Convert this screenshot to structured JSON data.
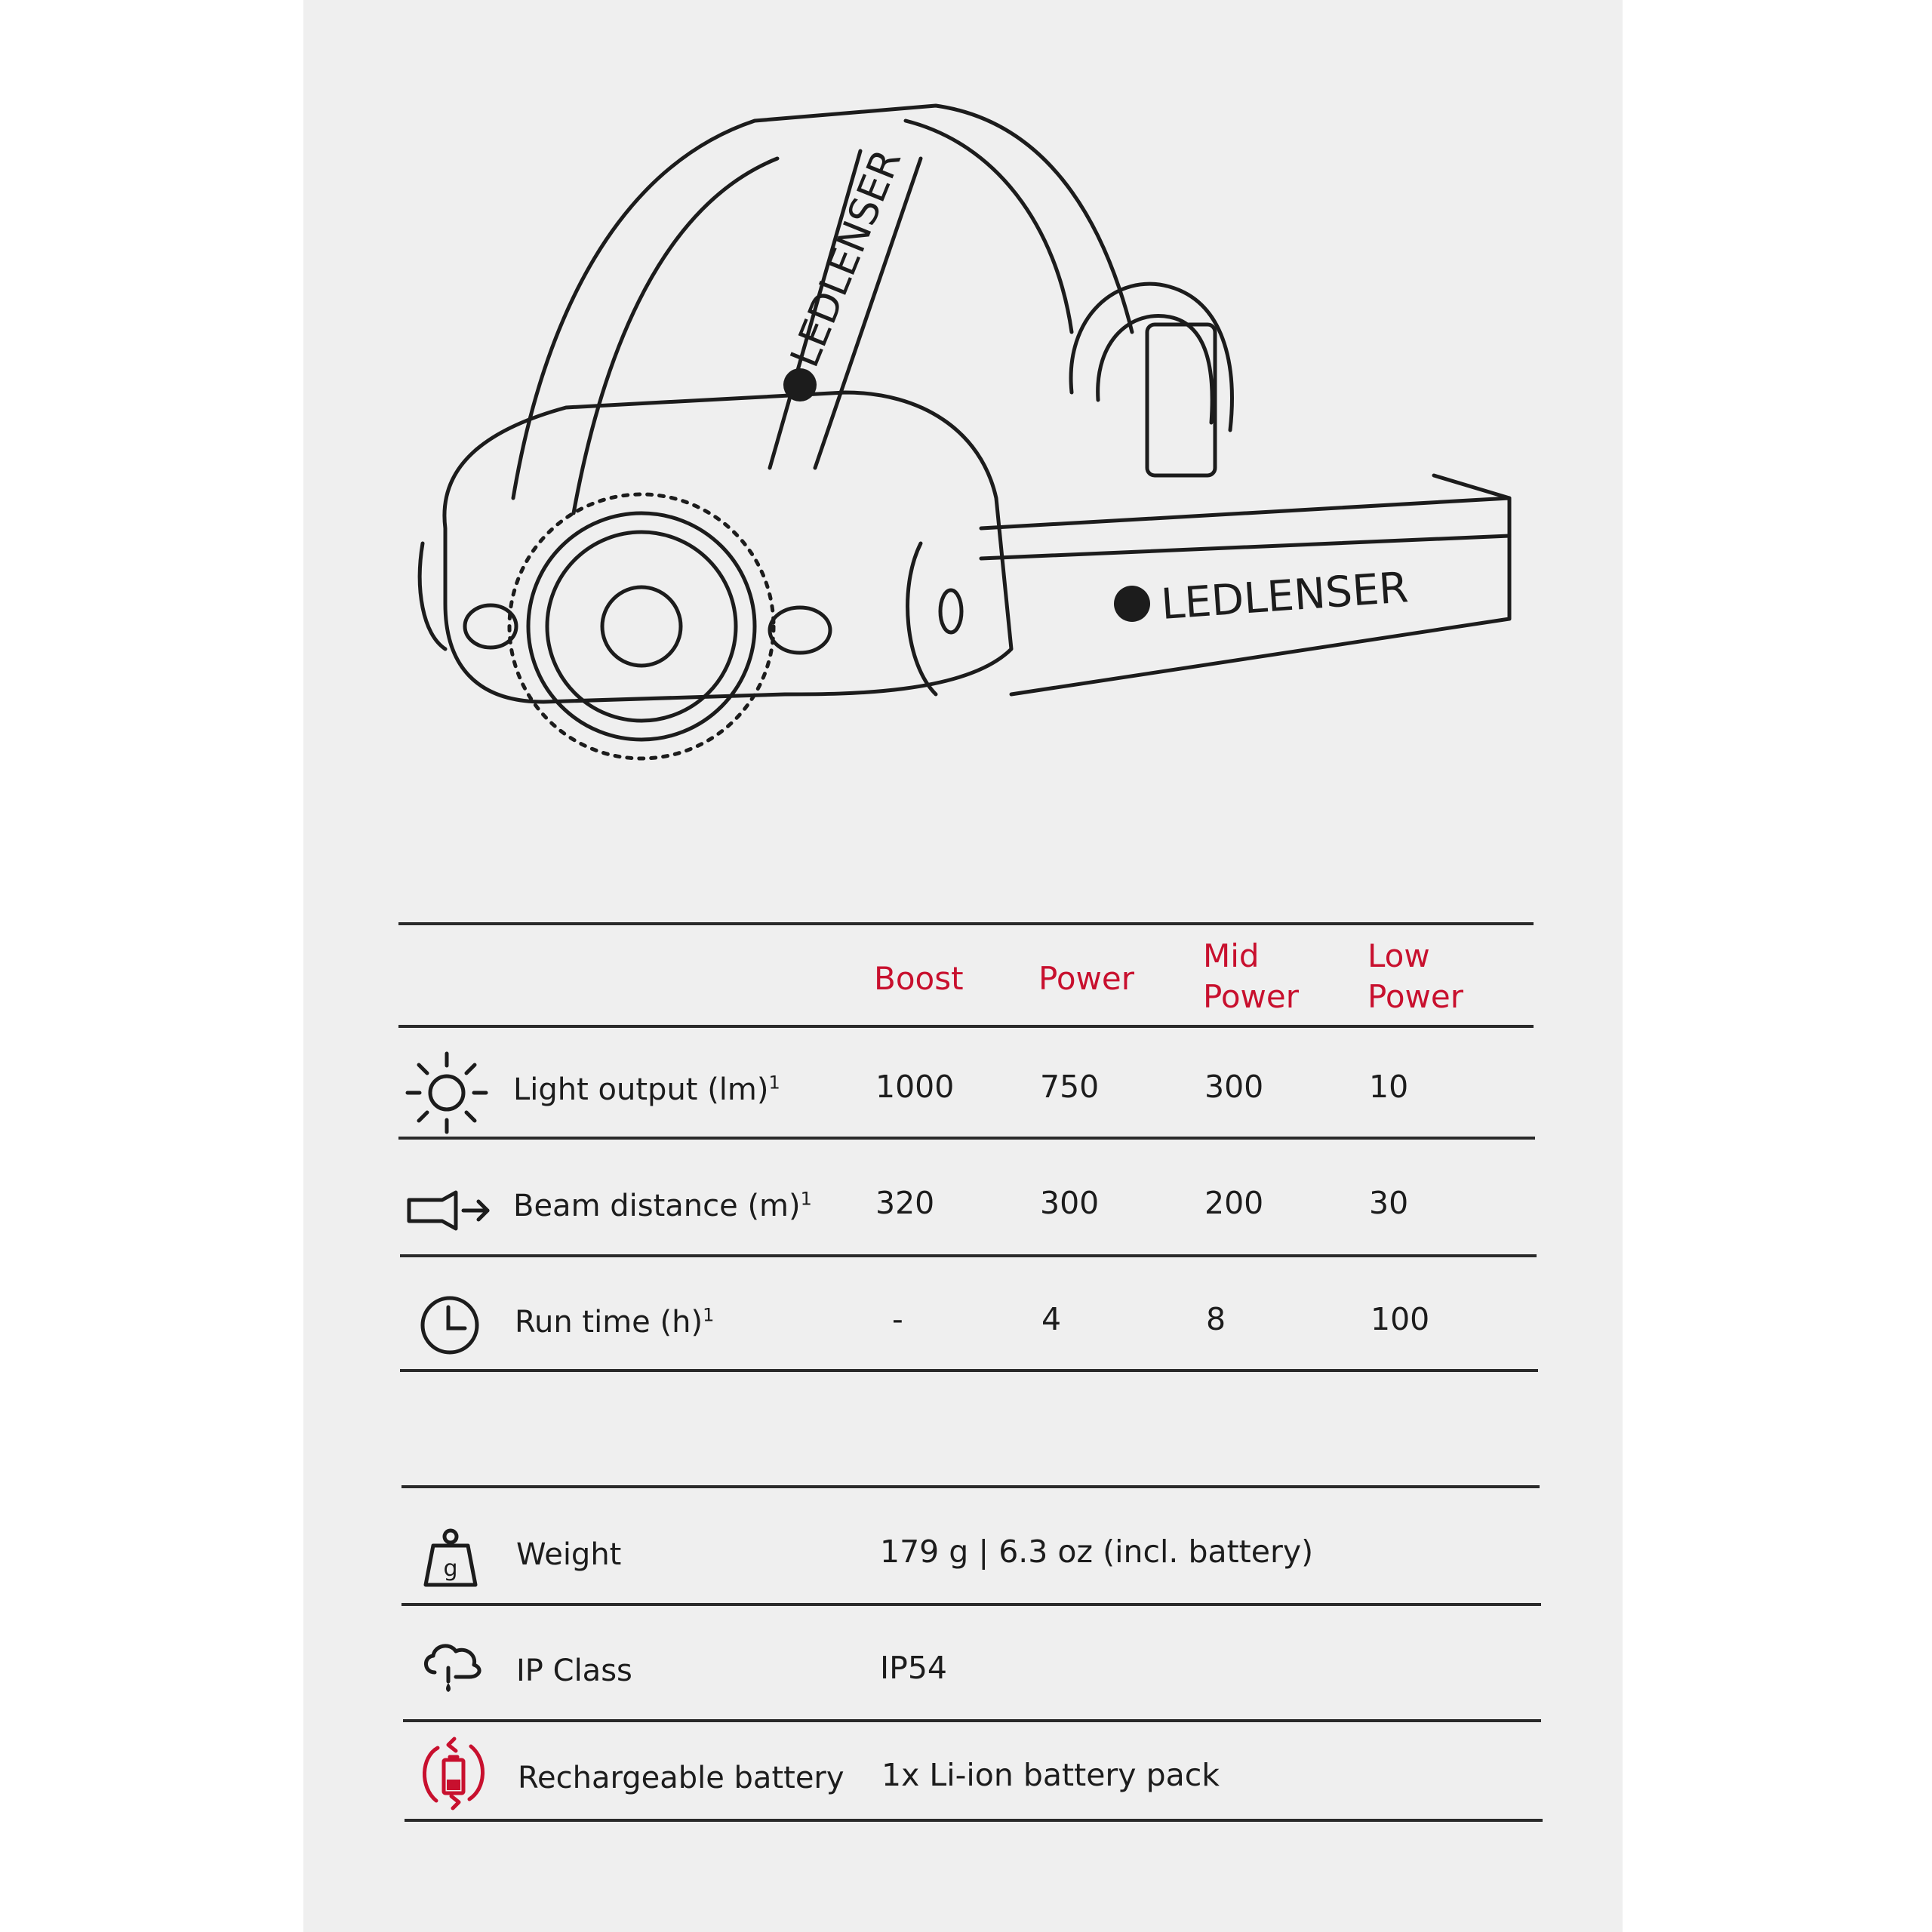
{
  "brand": {
    "name": "LEDLENSER",
    "accent_color": "#c8102e"
  },
  "modes_table": {
    "headers": [
      "Boost",
      "Power",
      "Mid\nPower",
      "Low\nPower"
    ],
    "rows": [
      {
        "icon": "sun-icon",
        "label": "Light output (lm)",
        "sup": "1",
        "values": [
          "1000",
          "750",
          "300",
          "10"
        ]
      },
      {
        "icon": "flashlight-beam-icon",
        "label": "Beam distance (m)",
        "sup": "1",
        "values": [
          "320",
          "300",
          "200",
          "30"
        ]
      },
      {
        "icon": "clock-icon",
        "label": "Run time (h)",
        "sup": "1",
        "values": [
          "-",
          "4",
          "8",
          "100"
        ]
      }
    ]
  },
  "specs": [
    {
      "icon": "weight-icon",
      "label": "Weight",
      "value": "179 g | 6.3 oz (incl. battery)"
    },
    {
      "icon": "rain-cloud-icon",
      "label": "IP Class",
      "value": "IP54"
    },
    {
      "icon": "rechargeable-battery-icon",
      "label": "Rechargeable battery",
      "value": "1x Li-ion battery pack"
    }
  ]
}
